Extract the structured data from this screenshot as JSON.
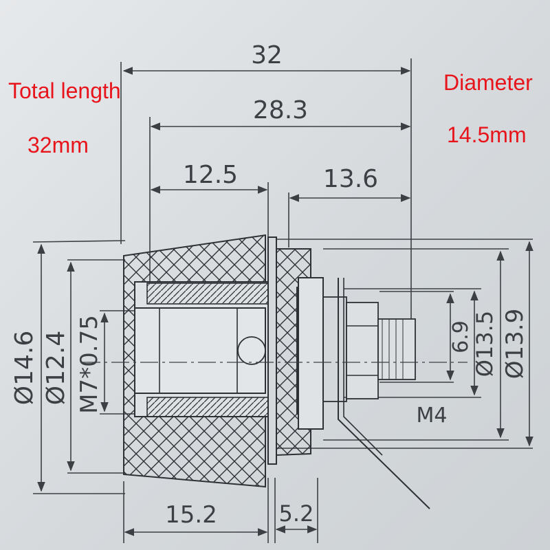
{
  "annotations": {
    "total_length_title": "Total length",
    "total_length_value": "32mm",
    "diameter_title": "Diameter",
    "diameter_value": "14.5mm"
  },
  "dimensions": {
    "total": "32",
    "body": "28.3",
    "front": "12.5",
    "rear": "13.6",
    "cap": "15.2",
    "flange": "5.2",
    "dia_outer": "Ø14.6",
    "dia_inner": "Ø12.4",
    "thread_front": "M7*0.75",
    "hex": "6.9",
    "dia_nut": "Ø13.5",
    "dia_rear": "Ø13.9",
    "thread_rear": "M4"
  },
  "colors": {
    "annotation": "#e8141b",
    "ink": "#3c3f44",
    "paper": "#dfe2e4"
  }
}
